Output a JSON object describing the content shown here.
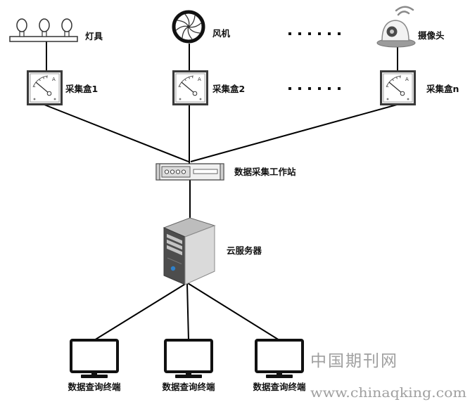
{
  "devices": [
    {
      "label": "灯具",
      "icon": "lamp-icon"
    },
    {
      "label": "风机",
      "icon": "fan-icon"
    },
    {
      "label": "摄像头",
      "icon": "camera-icon"
    }
  ],
  "collectors": [
    {
      "label": "采集盒1",
      "icon": "panel-meter-icon"
    },
    {
      "label": "采集盒2",
      "icon": "panel-meter-icon"
    },
    {
      "label": "采集盒n",
      "icon": "panel-meter-icon"
    }
  ],
  "meter_unit": "A",
  "workstation": {
    "label": "数据采集工作站",
    "icon": "rack-unit-icon"
  },
  "server": {
    "label": "云服务器",
    "icon": "server-tower-icon"
  },
  "terminals": [
    {
      "label": "数据查询终端",
      "icon": "monitor-icon"
    },
    {
      "label": "数据查询终端",
      "icon": "monitor-icon"
    },
    {
      "label": "数据查询终端",
      "icon": "monitor-icon"
    }
  ],
  "watermark": {
    "name": "中国期刊网",
    "url": "www.chinaqking.com"
  },
  "colors": {
    "line": "#000000",
    "watermark": "#a0a0a0",
    "server_led": "#2f80c9"
  }
}
